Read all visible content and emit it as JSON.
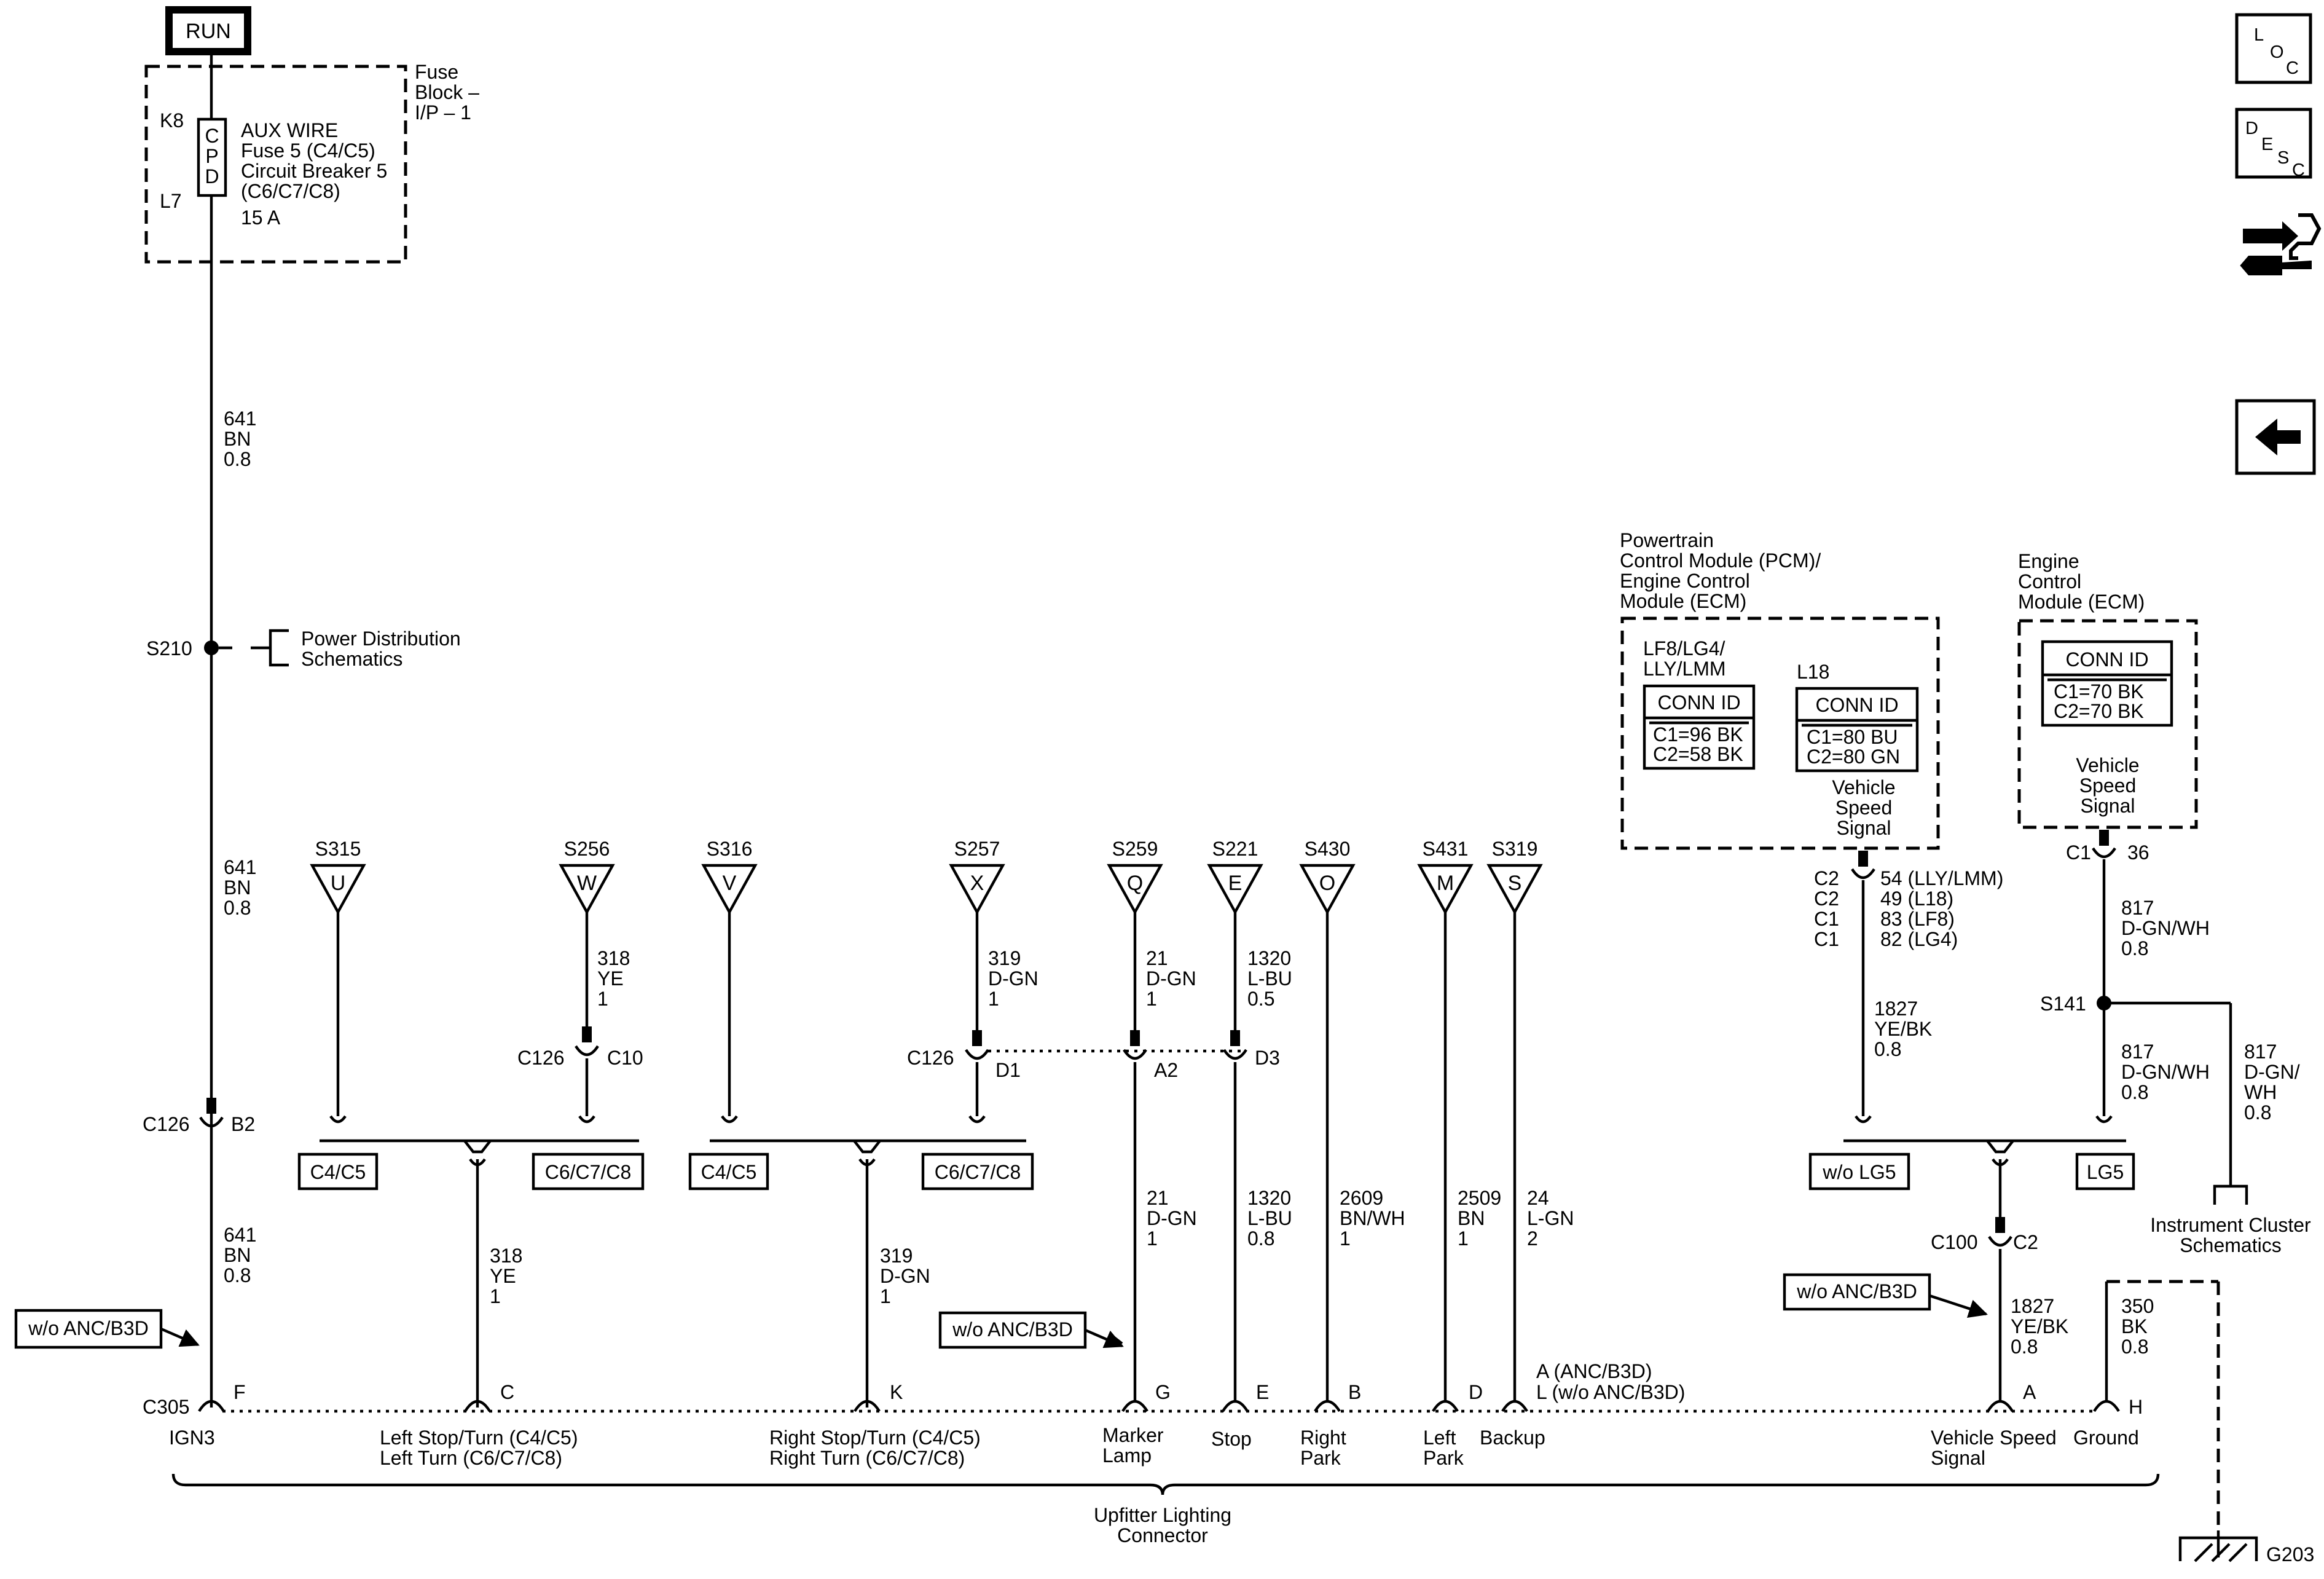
{
  "power": {
    "run": "RUN",
    "fuse_block": [
      "Fuse",
      "Block –",
      "I/P – 1"
    ],
    "k8": "K8",
    "l7": "L7",
    "cpd": [
      "C",
      "P",
      "D"
    ],
    "fuse_desc": [
      "AUX WIRE",
      "Fuse 5 (C4/C5)",
      "Circuit Breaker 5",
      "(C6/C7/C8)",
      "15 A"
    ],
    "wire_a": [
      "641",
      "BN",
      "0.8"
    ],
    "s210": "S210",
    "pds": [
      "Power Distribution",
      "Schematics"
    ],
    "wire_b": [
      "641",
      "BN",
      "0.8"
    ],
    "c126": "C126",
    "b2": "B2",
    "wire_c": [
      "641",
      "BN",
      "0.8"
    ],
    "wo_anc": "w/o ANC/B3D"
  },
  "splices": {
    "s315": "S315",
    "u": "U",
    "s256": "S256",
    "w": "W",
    "s316": "S316",
    "v": "V",
    "s257": "S257",
    "x": "X",
    "s259": "S259",
    "q": "Q",
    "s221": "S221",
    "e": "E",
    "s430": "S430",
    "o": "O",
    "s431": "S431",
    "m": "M",
    "s319": "S319",
    "s": "S"
  },
  "wires": {
    "w318a": [
      "318",
      "YE",
      "1"
    ],
    "c126": "C126",
    "c10": "C10",
    "w319a": [
      "319",
      "D-GN",
      "1"
    ],
    "c126b": "C126",
    "d1": "D1",
    "w21a": [
      "21",
      "D-GN",
      "1"
    ],
    "a2": "A2",
    "w1320a": [
      "1320",
      "L-BU",
      "0.5"
    ],
    "d3": "D3",
    "c4c5a": "C4/C5",
    "c678a": "C6/C7/C8",
    "c4c5b": "C4/C5",
    "c678b": "C6/C7/C8",
    "w318b": [
      "318",
      "YE",
      "1"
    ],
    "w319b": [
      "319",
      "D-GN",
      "1"
    ],
    "w21b": [
      "21",
      "D-GN",
      "1"
    ],
    "w1320b": [
      "1320",
      "L-BU",
      "0.8"
    ],
    "w2609": [
      "2609",
      "BN/WH",
      "1"
    ],
    "w2509": [
      "2509",
      "BN",
      "1"
    ],
    "w24": [
      "24",
      "L-GN",
      "2"
    ],
    "wo_anc2": "w/o ANC/B3D"
  },
  "pcm": {
    "title": [
      "Powertrain",
      "Control Module (PCM)/",
      "Engine Control",
      "Module (ECM)"
    ],
    "lf8": [
      "LF8/LG4/",
      "LLY/LMM"
    ],
    "connid": "CONN ID",
    "c_lf8": [
      "C1=96 BK",
      "C2=58 BK"
    ],
    "l18": "L18",
    "c_l18": [
      "C1=80 BU",
      "C2=80 GN"
    ],
    "vss": [
      "Vehicle",
      "Speed",
      "Signal"
    ],
    "pins_c": [
      "C2",
      "C2",
      "C1",
      "C1"
    ],
    "pins": [
      "54 (LLY/LMM)",
      "49 (L18)",
      "83 (LF8)",
      "82 (LG4)"
    ],
    "w1827a": [
      "1827",
      "YE/BK",
      "0.8"
    ],
    "wo_lg5": "w/o LG5"
  },
  "ecm": {
    "title": [
      "Engine",
      "Control",
      "Module (ECM)"
    ],
    "connid": "CONN ID",
    "c": [
      "C1=70 BK",
      "C2=70 BK"
    ],
    "vss": [
      "Vehicle",
      "Speed",
      "Signal"
    ],
    "c1": "C1",
    "p36": "36",
    "w817a": [
      "817",
      "D-GN/WH",
      "0.8"
    ],
    "s141": "S141",
    "w817b": [
      "817",
      "D-GN/WH",
      "0.8"
    ],
    "w817c": [
      "817",
      "D-GN/",
      "WH",
      "0.8"
    ],
    "lg5": "LG5",
    "ics": [
      "Instrument Cluster",
      "Schematics"
    ],
    "c100": "C100",
    "c2": "C2",
    "wo_anc3": "w/o ANC/B3D",
    "w1827b": [
      "1827",
      "YE/BK",
      "0.8"
    ],
    "w350": [
      "350",
      "BK",
      "0.8"
    ],
    "g203": "G203"
  },
  "connector": {
    "c305": "C305",
    "pins": {
      "f": "F",
      "c": "C",
      "k": "K",
      "g": "G",
      "e": "E",
      "b": "B",
      "d": "D",
      "a": "A",
      "h": "H"
    },
    "backup_pin": [
      "A (ANC/B3D)",
      "L (w/o ANC/B3D)"
    ],
    "ign3": "IGN3",
    "lst": [
      "Left Stop/Turn (C4/C5)",
      "Left Turn (C6/C7/C8)"
    ],
    "rst": [
      "Right Stop/Turn (C4/C5)",
      "Right Turn (C6/C7/C8)"
    ],
    "marker": [
      "Marker",
      "Lamp"
    ],
    "stop": "Stop",
    "rpark": [
      "Right",
      "Park"
    ],
    "lpark": [
      "Left",
      "Park"
    ],
    "backup": "Backup",
    "vss": [
      "Vehicle Speed",
      "Signal"
    ],
    "ground": "Ground",
    "title": [
      "Upfitter Lighting",
      "Connector"
    ]
  },
  "nav": {
    "loc": [
      "L",
      "O",
      "C"
    ],
    "desc": [
      "D",
      "E",
      "S",
      "C"
    ],
    "diag_icon": "diagnostic-icon",
    "back_icon": "back-arrow-icon"
  }
}
